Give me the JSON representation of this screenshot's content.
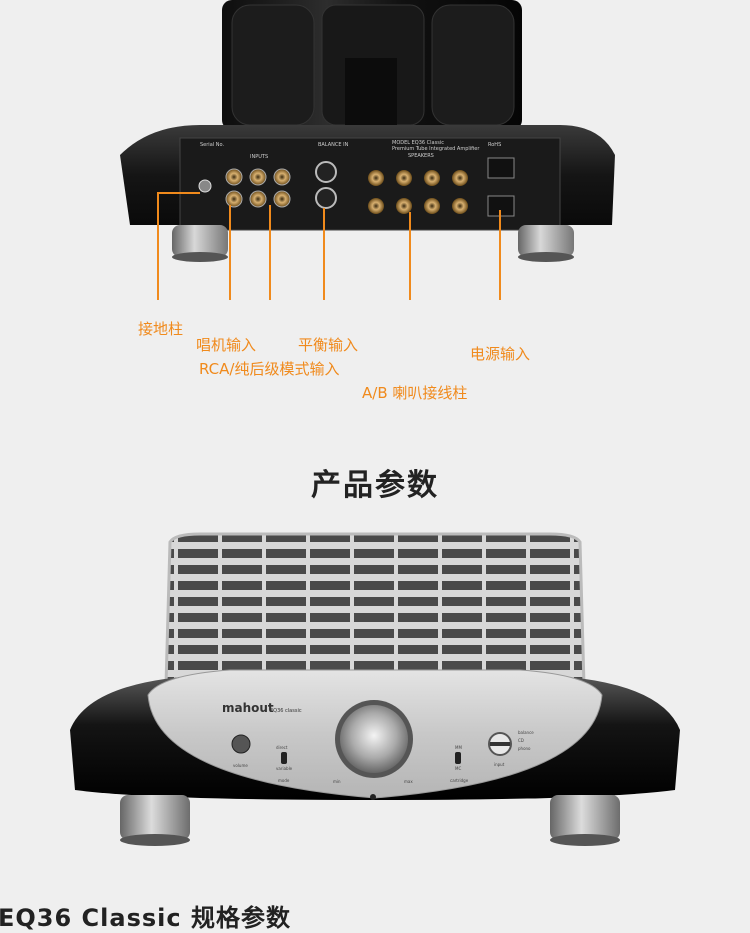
{
  "callouts": {
    "ground": "接地柱",
    "phono": "唱机输入",
    "balanced": "平衡输入",
    "rca": "RCA/纯后级模式输入",
    "speaker": "A/B 喇叭接线柱",
    "power": "电源输入"
  },
  "section_title": "产品参数",
  "footer_title": "EQ36 Classic 规格参数",
  "rear_panel": {
    "serial": "Serial No.",
    "inputs": "INPUTS",
    "balance": "BALANCE IN",
    "model": "MODEL EQ36 Classic",
    "sub": "Premium Tube Integrated Amplifier",
    "speakers": "SPEAKERS",
    "rohs": "RoHS"
  },
  "front_panel": {
    "brand": "mahout",
    "model": "EQ36 classic",
    "knob_left": "volume",
    "mode_top": "direct",
    "mode_bottom": "variable",
    "mode_label": "mode",
    "cartridge_top": "MM",
    "cartridge_bottom": "MC",
    "cartridge_label": "cartridge",
    "input_1": "balance",
    "input_2": "CD",
    "input_3": "phono",
    "input_label": "input",
    "min": "min",
    "max": "max"
  },
  "colors": {
    "accent": "#f08a1c",
    "background": "#efefef"
  }
}
